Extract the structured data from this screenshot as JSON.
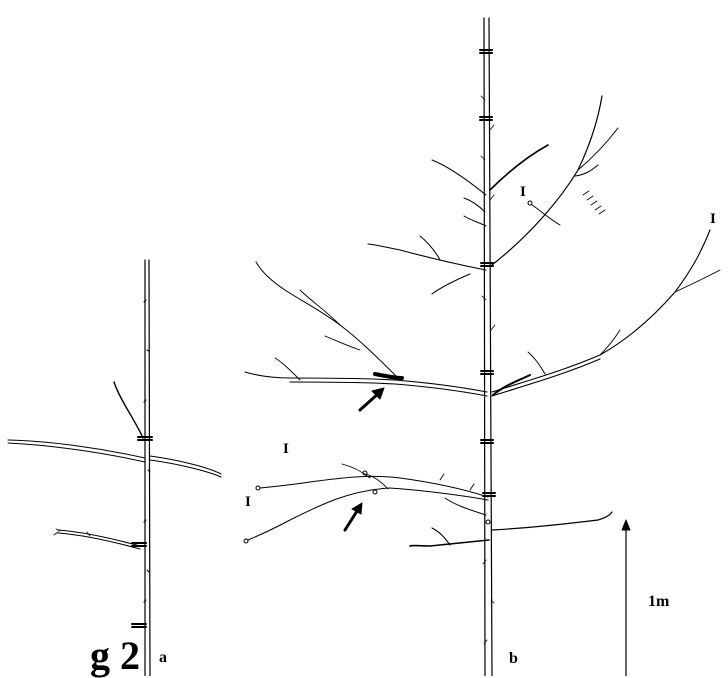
{
  "figure": {
    "label_fragment": "g 2",
    "panel_labels": [
      "a",
      "b"
    ],
    "unbranched_bud_marker": "I",
    "scale_bar": {
      "value_label": "1m"
    },
    "arrow_count": 2,
    "colors": {
      "ink": "#000000",
      "background": "#ffffff"
    }
  }
}
